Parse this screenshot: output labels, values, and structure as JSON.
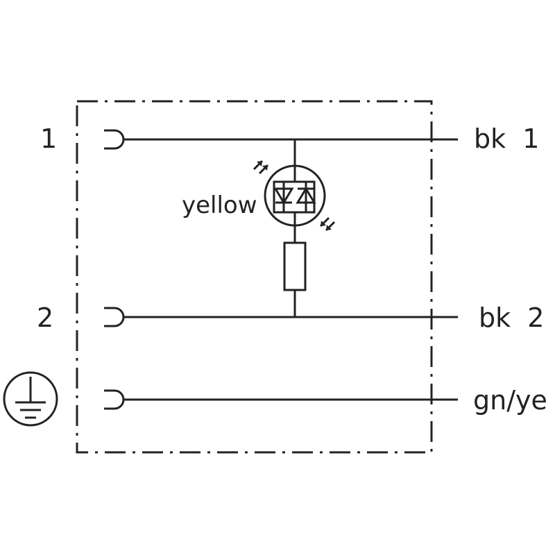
{
  "colors": {
    "line": "#222222",
    "background": "#ffffff"
  },
  "pins": {
    "pin1": "1",
    "pin2": "2",
    "pin3_icon": "ground-icon"
  },
  "wires": {
    "wire1": "bk  1",
    "wire2": "bk  2",
    "wire3": "gn/ye"
  },
  "led": {
    "color_label": "yellow"
  }
}
